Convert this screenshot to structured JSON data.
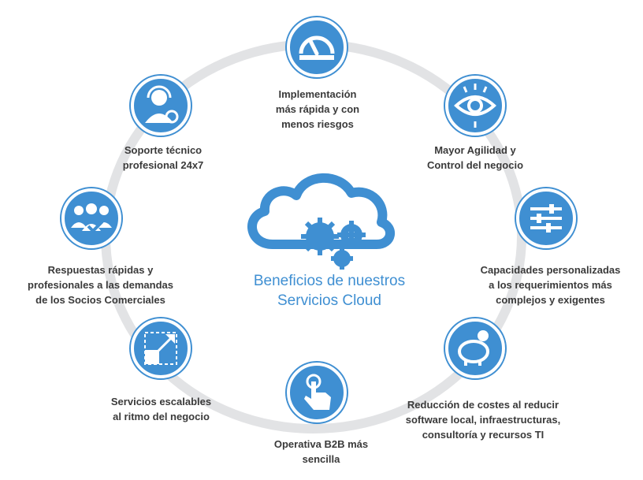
{
  "center": {
    "title": "Beneficios de nuestros\nServicios Cloud",
    "icon": "cloud-gears-icon"
  },
  "benefits": [
    {
      "label": "Implementación\nmás rápida y con\nmenos riesgos",
      "icon": "speedometer-icon"
    },
    {
      "label": "Mayor Agilidad y\nControl del negocio",
      "icon": "eye-icon"
    },
    {
      "label": "Capacidades personalizadas\na los requerimientos más\ncomplejos y exigentes",
      "icon": "sliders-icon"
    },
    {
      "label": "Reducción de costes al reducir\nsoftware local, infraestructuras,\nconsultoría y recursos TI",
      "icon": "piggy-bank-icon"
    },
    {
      "label": "Operativa B2B más\nsencilla",
      "icon": "touch-hand-icon"
    },
    {
      "label": "Servicios escalables\nal ritmo del negocio",
      "icon": "scale-arrow-icon"
    },
    {
      "label": "Respuestas rápidas y\nprofesionales a las demandas\nde los Socios Comerciales",
      "icon": "users-check-icon"
    },
    {
      "label": "Soporte técnico\nprofesional 24x7",
      "icon": "support-agent-icon"
    }
  ],
  "colors": {
    "accent": "#3f8fd2",
    "ring": "#e2e3e5",
    "text": "#3a3a3a"
  }
}
